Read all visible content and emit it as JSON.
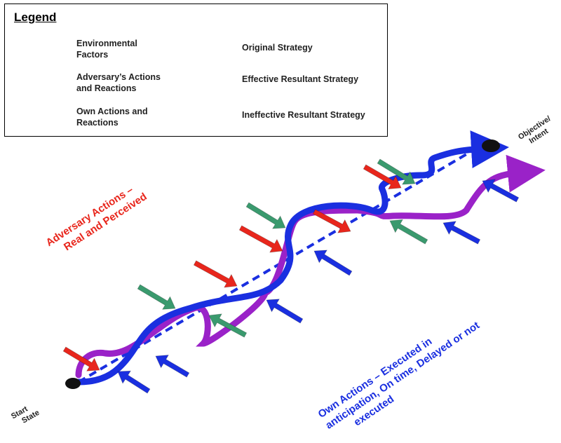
{
  "legend": {
    "title": "Legend",
    "items": [
      {
        "key": "environmental",
        "label_line1": "Environmental",
        "label_line2": "Factors",
        "color": "#3a9a6e"
      },
      {
        "key": "adversary",
        "label_line1": "Adversary’s Actions",
        "label_line2": "and Reactions",
        "color": "#e8261c"
      },
      {
        "key": "own",
        "label_line1": "Own Actions and",
        "label_line2": "Reactions",
        "color": "#1a2fe0"
      },
      {
        "key": "original",
        "label_line1": "Original Strategy",
        "label_line2": "",
        "color": "#1a2fe0"
      },
      {
        "key": "effective",
        "label_line1": "Effective Resultant Strategy",
        "label_line2": "",
        "color": "#1a2fe0"
      },
      {
        "key": "ineffective",
        "label_line1": "Ineffective Resultant Strategy",
        "label_line2": "",
        "color": "#9a22c8"
      }
    ]
  },
  "labels": {
    "adversary_line1": "Adversary Actions –",
    "adversary_line2": "Real and Perceived",
    "own_line1": "Own Actions – Executed in",
    "own_line2": "anticipation, On time, Delayed or not",
    "own_line3": "executed",
    "start_line1": "Start",
    "start_line2": "State",
    "objective_line1": "Objective/",
    "objective_line2": "Intent"
  },
  "colors": {
    "environmental": "#3a9a6e",
    "adversary": "#e8261c",
    "own": "#1a2fe0",
    "ineffective": "#9a22c8",
    "adversary_label": "#e8261c",
    "own_label": "#1a2fe0"
  }
}
